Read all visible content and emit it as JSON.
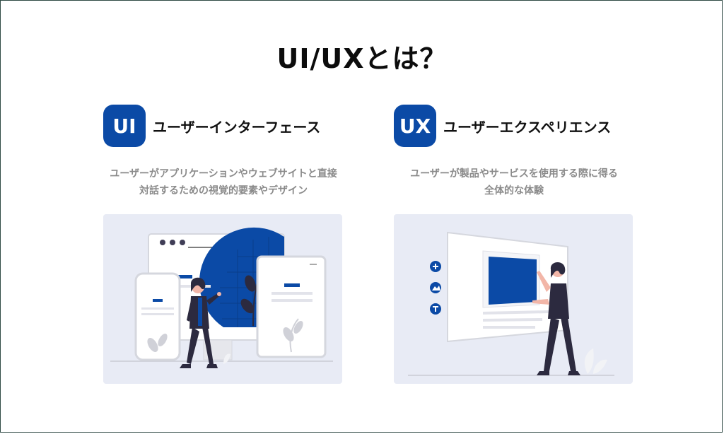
{
  "page": {
    "title": "UI/UXとは？"
  },
  "ui": {
    "badge": "UI",
    "heading": "ユーザーインターフェース",
    "desc_line1": "ユーザーがアプリケーションやウェブサイトと直接",
    "desc_line2": "対話するための視覚的要素やデザイン"
  },
  "ux": {
    "badge": "UX",
    "heading": "ユーザーエクスペリエンス",
    "desc_line1": "ユーザーが製品やサービスを使用する際に得る",
    "desc_line2": "全体的な体験"
  },
  "colors": {
    "accent_blue": "#0b4aa6",
    "illustration_bg": "#e8ebf5",
    "desc_gray": "#8a8a8a"
  },
  "icons": [
    "plus-icon",
    "image-icon",
    "text-icon",
    "plant-icon"
  ]
}
